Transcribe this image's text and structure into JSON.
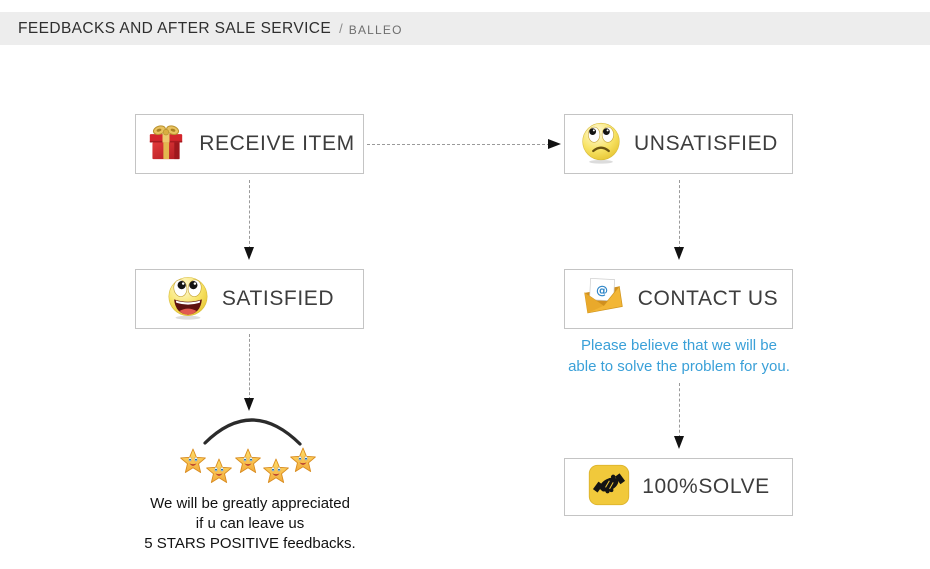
{
  "header": {
    "title": "FEEDBACKS AND AFTER SALE SERVICE",
    "sep": "/",
    "brand": "BALLEO"
  },
  "flow": {
    "receive_item": {
      "label": "RECEIVE ITEM",
      "icon": "gift-icon"
    },
    "unsatisfied": {
      "label": "UNSATISFIED",
      "icon": "sad-face-icon"
    },
    "satisfied": {
      "label": "SATISFIED",
      "icon": "happy-face-icon"
    },
    "contact_us": {
      "label": "CONTACT US",
      "icon": "email-icon"
    },
    "solve": {
      "label": "100%SOLVE",
      "icon": "handshake-icon"
    },
    "contact_note_line1": "Please believe that we will be",
    "contact_note_line2": "able to solve the problem for you.",
    "stars_note_line1": "We will be greatly appreciated",
    "stars_note_line2": "if u can leave us",
    "stars_note_line3": "5 STARS POSITIVE feedbacks.",
    "star_count": 5
  },
  "colors": {
    "header_bg": "#ededed",
    "box_border": "#c4c4c4",
    "note_blue": "#3aa0d8",
    "arrow_dash": "#9a9a9a",
    "arrow_head": "#121212",
    "star_gold": "#f5b731",
    "badge_gold": "#f1c93b"
  }
}
